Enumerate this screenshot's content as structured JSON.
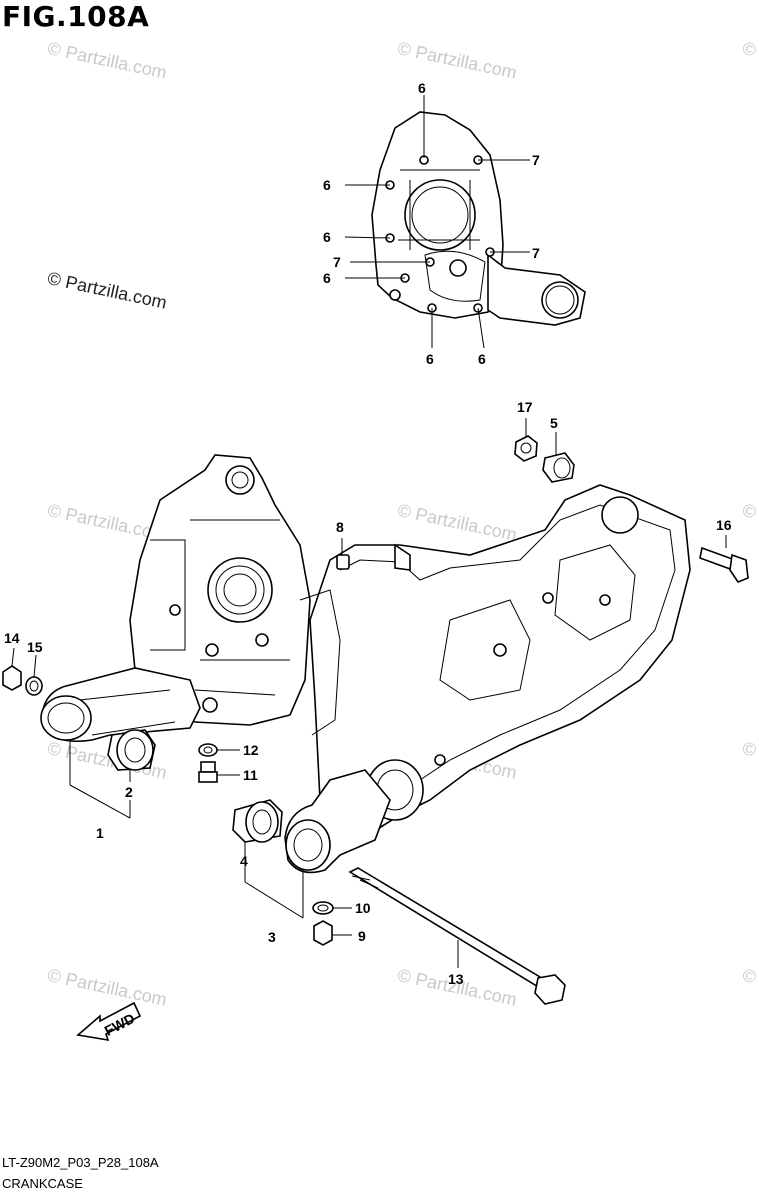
{
  "figure_title": "FIG.108A",
  "footer": {
    "code": "LT-Z90M2_P03_P28_108A",
    "name": "CRANKCASE"
  },
  "watermark": {
    "text_light": "© Partzilla.com",
    "text_dark": "© Partzilla.com"
  },
  "callouts": {
    "c1": "1",
    "c2": "2",
    "c3": "3",
    "c4": "4",
    "c5": "5",
    "c6a": "6",
    "c6b": "6",
    "c6c": "6",
    "c6d": "6",
    "c6e": "6",
    "c6f": "6",
    "c7a": "7",
    "c7b": "7",
    "c7c": "7",
    "c8": "8",
    "c9": "9",
    "c10": "10",
    "c11": "11",
    "c12": "12",
    "c13": "13",
    "c14": "14",
    "c15": "15",
    "c16": "16",
    "c17": "17"
  },
  "fwd_label": "FWD",
  "colors": {
    "ink": "#000000",
    "watermark": "#c9c9c9",
    "background": "#ffffff"
  }
}
